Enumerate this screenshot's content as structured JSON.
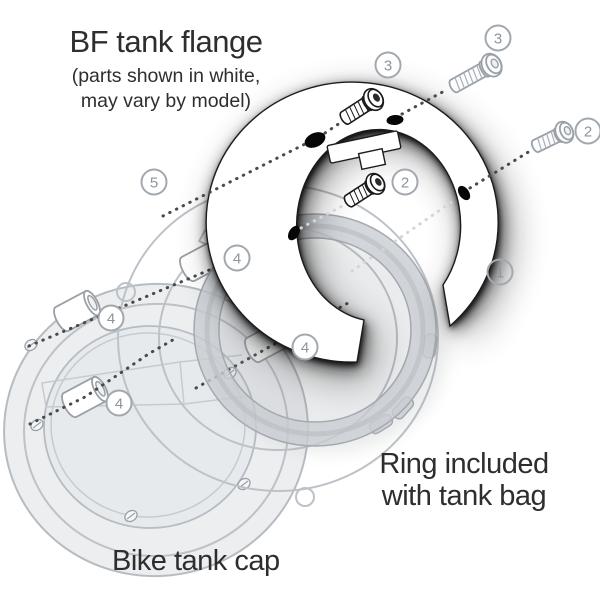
{
  "header": {
    "title": "BF tank flange",
    "subtitle_line1": "(parts shown in white,",
    "subtitle_line2": "may vary by model)"
  },
  "captions": {
    "tank_cap": "Bike tank cap",
    "ring_line1": "Ring included",
    "ring_line2": "with tank bag"
  },
  "parts": {
    "p1": {
      "number": "1"
    },
    "p2": {
      "number": "2"
    },
    "p3": {
      "number": "3"
    },
    "p4": {
      "number": "4"
    },
    "p5": {
      "number": "5"
    }
  },
  "colors": {
    "text": "#2e2e2e",
    "line_art_gray": "#bdc2c8",
    "badge_gray": "#a2a8af",
    "flange_white": "#ffffff",
    "shadow_black": "#000000"
  }
}
